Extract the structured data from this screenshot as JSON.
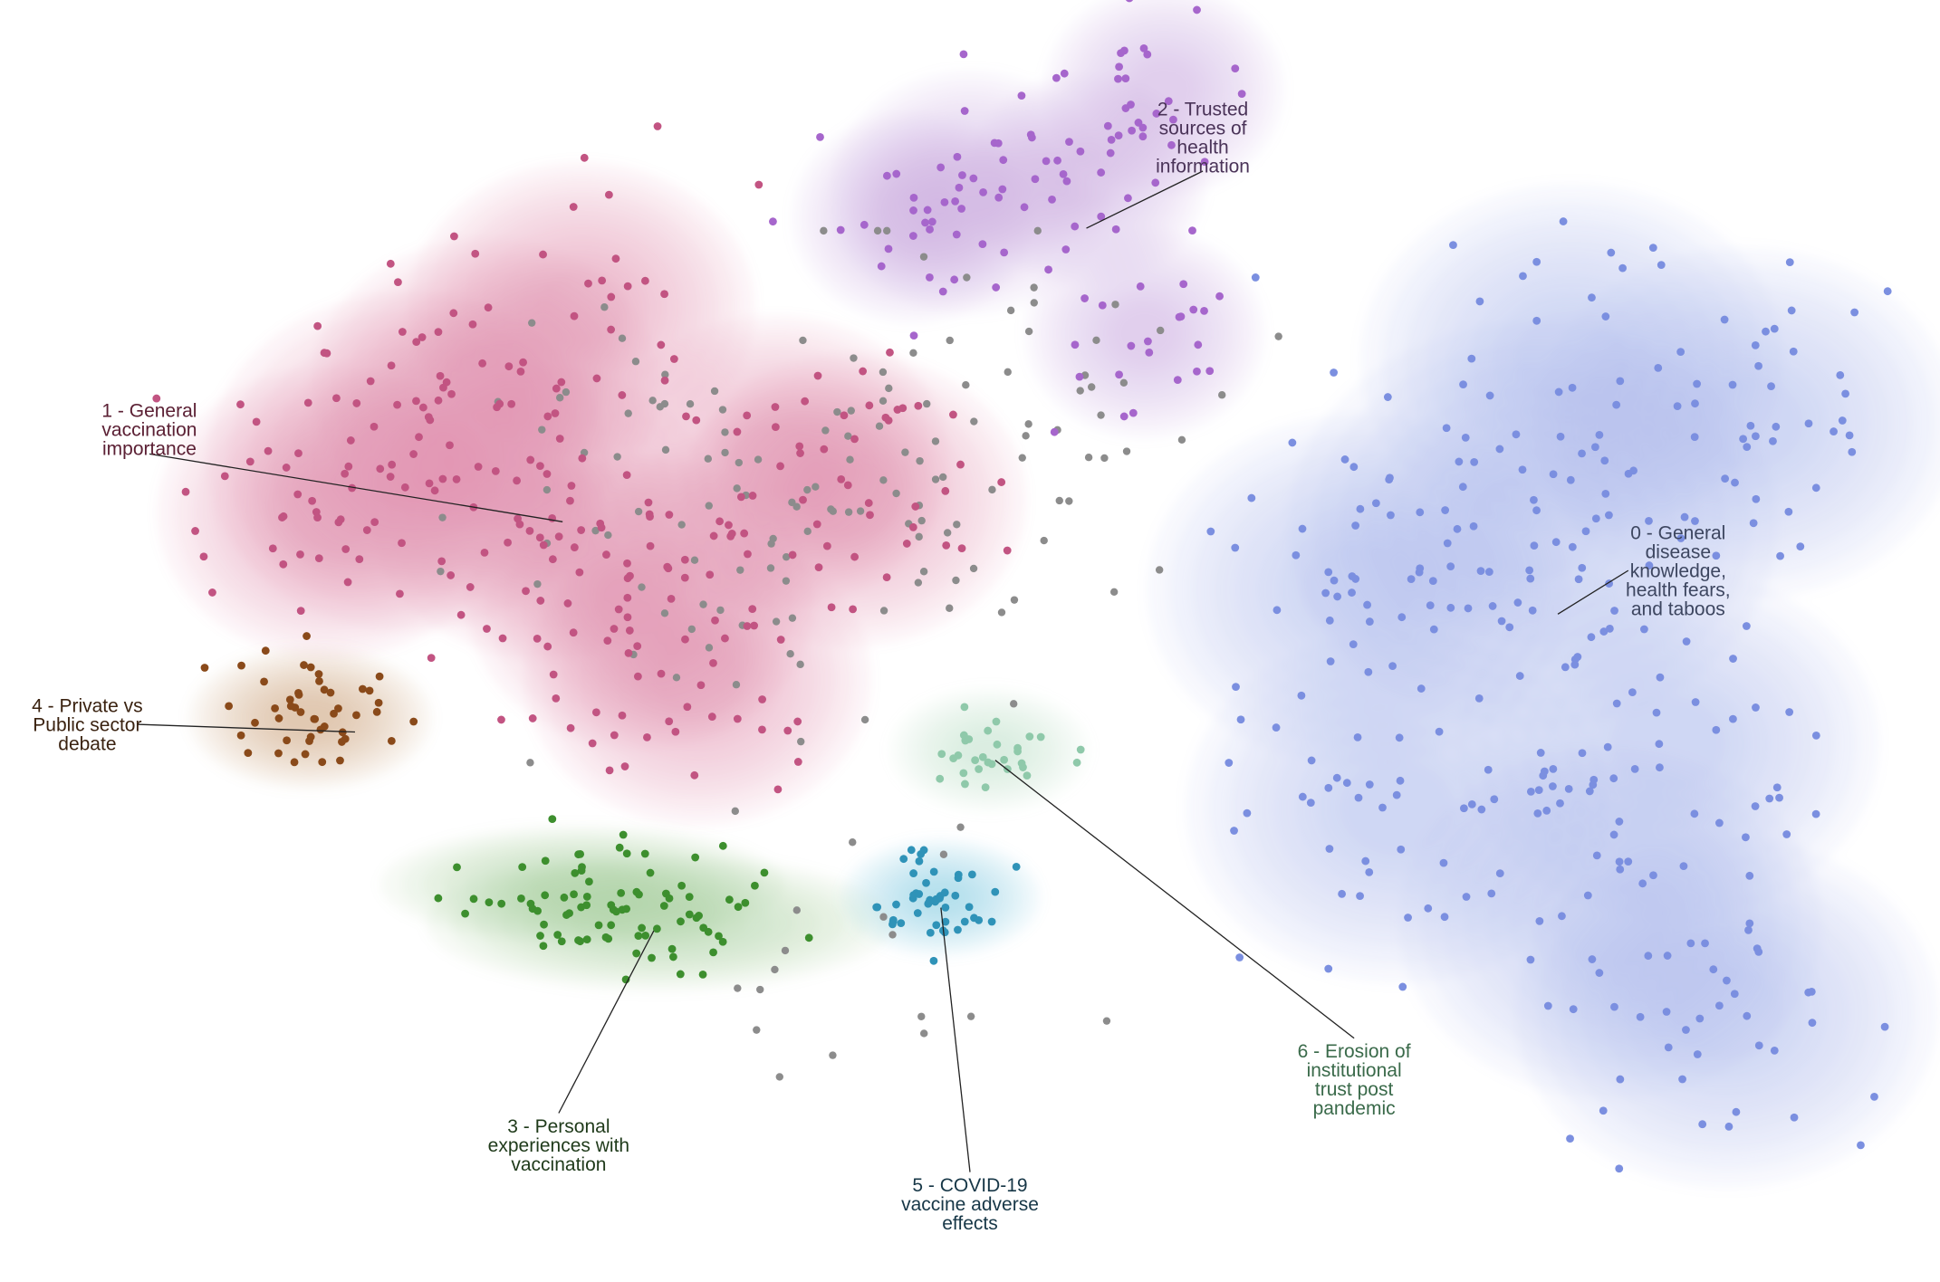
{
  "chart_data": {
    "type": "scatter",
    "title": "",
    "xlabel": "",
    "ylabel": "",
    "xlim": [
      0,
      100
    ],
    "ylim": [
      0,
      100
    ],
    "grid": false,
    "legend": "none",
    "outlier_color": "#8c8c8c",
    "outlier_count": 160,
    "clusters": [
      {
        "id": 0,
        "label_lines": [
          "0 - General",
          "disease",
          "knowledge,",
          "health fears,",
          "and taboos"
        ],
        "color": "#7b8fe0",
        "label_color": "#3d4660",
        "density_color": "#aab4ee",
        "centers": [
          [
            79,
            41
          ],
          [
            86,
            58
          ],
          [
            90,
            33
          ],
          [
            81,
            28
          ],
          [
            70,
            46
          ],
          [
            72,
            63
          ],
          [
            83,
            72
          ],
          [
            89,
            79
          ]
        ],
        "spread": [
          4.4,
          6.5
        ],
        "anchor": [
          80.3,
          47.9
        ],
        "label_at": [
          86.5,
          44.5
        ],
        "points": 300
      },
      {
        "id": 1,
        "label_lines": [
          "1 - General",
          "vaccination",
          "importance"
        ],
        "color": "#c25482",
        "label_color": "#5b2034",
        "density_color": "#d98aa6",
        "centers": [
          [
            21,
            36
          ],
          [
            28,
            40
          ],
          [
            33,
            47
          ],
          [
            25,
            30
          ],
          [
            36,
            53
          ],
          [
            17,
            40
          ],
          [
            40,
            36
          ],
          [
            30,
            24
          ],
          [
            44,
            39
          ]
        ],
        "spread": [
          3.6,
          5.4
        ],
        "anchor": [
          29,
          40.7
        ],
        "label_at": [
          7.7,
          33.5
        ],
        "points": 260
      },
      {
        "id": 2,
        "label_lines": [
          "2 - Trusted",
          "sources of",
          "health",
          "information"
        ],
        "color": "#a666cc",
        "label_color": "#4a3358",
        "density_color": "#c9a2e3",
        "centers": [
          [
            50,
            15
          ],
          [
            56,
            14
          ],
          [
            60,
            7
          ],
          [
            59,
            26
          ],
          [
            47,
            17
          ]
        ],
        "spread": [
          2.5,
          3.9
        ],
        "anchor": [
          56,
          17.8
        ],
        "label_at": [
          62,
          10.7
        ],
        "points": 110
      },
      {
        "id": 3,
        "label_lines": [
          "3 - Personal",
          "experiences with",
          "vaccination"
        ],
        "color": "#3d8f2e",
        "label_color": "#1f3a1a",
        "density_color": "#9ccd8d",
        "centers": [
          [
            34,
            72
          ],
          [
            30,
            69
          ]
        ],
        "spread": [
          4.2,
          2.2
        ],
        "anchor": [
          33.7,
          72.6
        ],
        "label_at": [
          28.8,
          89.3
        ],
        "points": 85
      },
      {
        "id": 4,
        "label_lines": [
          "4 - Private vs",
          "Public sector",
          "debate"
        ],
        "color": "#8a4a1a",
        "label_color": "#3a2210",
        "density_color": "#c99a6a",
        "centers": [
          [
            16,
            56
          ]
        ],
        "spread": [
          2.2,
          2.3
        ],
        "anchor": [
          18.3,
          57.1
        ],
        "label_at": [
          4.5,
          56.5
        ],
        "points": 48
      },
      {
        "id": 5,
        "label_lines": [
          "5 - COVID-19",
          "vaccine adverse",
          "effects"
        ],
        "color": "#2f93b8",
        "label_color": "#173747",
        "density_color": "#7ec4dc",
        "centers": [
          [
            48.5,
            70
          ]
        ],
        "spread": [
          1.8,
          1.9
        ],
        "anchor": [
          48.5,
          70.8
        ],
        "label_at": [
          50,
          93.9
        ],
        "points": 48
      },
      {
        "id": 6,
        "label_lines": [
          "6 - Erosion of",
          "institutional",
          "trust post",
          "pandemic"
        ],
        "color": "#8fc9aa",
        "label_color": "#3a6a4a",
        "density_color": "#b7e0c7",
        "centers": [
          [
            51,
            58.5
          ]
        ],
        "spread": [
          1.8,
          2.0
        ],
        "anchor": [
          51.3,
          59.3
        ],
        "label_at": [
          69.8,
          84.2
        ],
        "points": 30
      }
    ]
  }
}
